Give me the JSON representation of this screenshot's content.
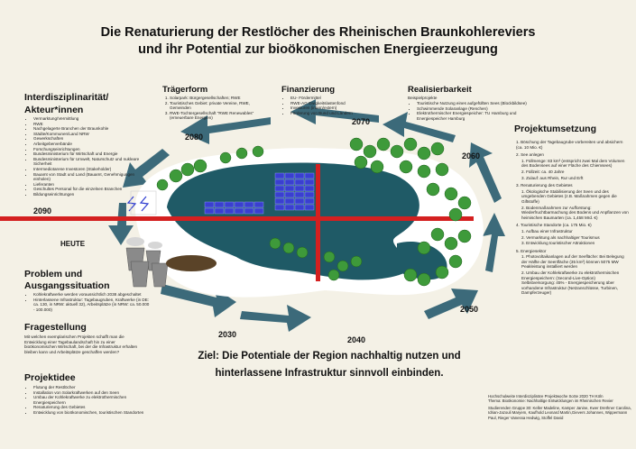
{
  "title_line1": "Die Renaturierung der Restlöcher des Rheinischen Braunkohlereviers",
  "title_line2": "und ihr Potential zur bioökonomischen Energieerzeugung",
  "interdisciplinary": {
    "heading_l1": "Interdisziplinarität/",
    "heading_l2": "Akteur*innen",
    "items": [
      "Vermarktung/Vermittlung",
      "RWE",
      "Nachgelagerte Branchen der Braunkohle",
      "Städte/Kommunen/Land NRW",
      "Gewerkschaften",
      "Arbeitgeberverbände",
      "Forschungseinrichtungen",
      "Bundesministerium für Wirtschaft und Energie",
      "Bundesministerium für Umwelt, Naturschutz und nukleare Sicherheit",
      "Intermediotarene Investoren (Stakeholder)",
      "Bauamt von Stadt und Land (Bauamt, Genehmigungen einholen)",
      "Lieferanten",
      "Geschultes Personal für die einzelnen Branchen",
      "Bildungseinrichtungen"
    ]
  },
  "traegerform": {
    "heading": "Trägerform",
    "items": [
      "Solarpark: Bürgergesellschaften; RWE",
      "Touristisches Gebiet: private Vereine, RWE, Gemeinden",
      "RWE-Tochtergesellschaft \"RWE Renewables\" (erneuerbare Energien)"
    ]
  },
  "finanzierung": {
    "heading": "Finanzierung",
    "items": [
      "EU- Fördermittel",
      "RWE-AG Ewigkeitslastenfond",
      "Investoren (intern/extern)",
      "Förderung von Bund und Ländern"
    ]
  },
  "realisierbarkeit": {
    "heading": "Realisierbarkeit",
    "intro": "Beispielprojekte",
    "items": [
      "Touristische Nutzung eines aufgefüllten Sees (Blockbildsee)",
      "Schwimmende Solaranlage (Renchen)",
      "Elektrothermischer Energiespeicher: TU Hamburg und Energiespeicher Hamburg"
    ]
  },
  "projektumsetzung": {
    "heading": "Projektumsetzung",
    "items": [
      "1. Böschung der Tagebaugrube vorbereiten und absichern (ca. 10 Mio. €)",
      "2. See anlegen",
      "   1. Füllmenge: 83 km³ (entspricht zwei Mal dem Volumen des Bodensees auf einer Fläche des Chiemsees)",
      "   2. Füllzeit: ca. 40 Jahre",
      "   3. Zulauf: aus Rhein, Rur und Erft",
      "3. Renaturierung des Gebietes",
      "   1. Ökologische Stabilisierung der Seen und des umgebenden Gebietes (z.B. Maßnahmen gegen die Giftstoffe)",
      "   2. Bodenmaßnahmen zur Aufforstung: Wiederfruchtbarmachung des Bodens und Anpflanzen von heimischen Baumarten (ca. 1,458 Mrd. €)",
      "4. Touristische Standorte (ca. 175 Mio. €)",
      "   1. Aufbau einer Infrastruktur",
      "   2. Vermarktung als nachhaltiger Tourismus",
      "   3. Entwicklung touristischer Attraktionen",
      "5. Energiesektor",
      "   1. Photovoltaikanlagen auf der Seefläche: Bei Belegung der Hälfte der Seenfläche (35 km²) können 5075 MW Peakleistung installiert werden",
      "   2. Umbau der Kohlekraftwerke zu elektrothermischen Energiespeichern: (Second-Live-Option) Selbstversorgung: 45% - Energiespeicherung über vorhandene Infrastruktur (Netzanschlüsse, Turbinen, Dampferzeuger)"
    ]
  },
  "heute": "HEUTE",
  "problem": {
    "heading_l1": "Problem und",
    "heading_l2": "Ausgangssituation",
    "items": [
      "Kohlekraftwerke werden voraussichtlich 2038 abgeschaltet",
      "Hinterlassene Infrastruktur: Tagebaugruben, Kraftwerke (in DE: ca. 130, in NRW: aktuell 32), Arbeitsplätze (in NRW: ca. 50.000 - 100.000)"
    ]
  },
  "fragestellung": {
    "heading": "Fragestellung",
    "text": "Mit welchen exemplarischen Projekten schafft man die Entwicklung einer Tagebaulandschaft hin zu einer bioökonomischen Wirtschaft, bei der die Infrastruktur erhalten bleiben kann und Arbeitsplätze geschaffen werden?"
  },
  "projektidee": {
    "heading": "Projektidee",
    "items": [
      "Flutung der Restlöcher",
      "Installation von Solarkraftwerken auf den Seen",
      "Umbau der Kohlekraftwerke zu elektrothermischen Energiespeichern",
      "Renaturierung des Gebietes",
      "Entwicklung von bioökonomischen, touristischen Standorten"
    ]
  },
  "years": {
    "y2030": "2030",
    "y2040": "2040",
    "y2050": "2050",
    "y2060": "2060",
    "y2070": "2070",
    "y2080": "2080",
    "y2090": "2090"
  },
  "goal_line1": "Ziel: Die Potentiale der Region nachhaltig nutzen und",
  "goal_line2": "hinterlassene Infrastruktur sinnvoll einbinden.",
  "footer": {
    "line1": "Hochschulweite Interdisziplinäre Projektwoche SoSe 2020 TH Köln",
    "line2": "Thema: Bioökonomie: Nachhaltige Entwicklungen im Rheinischen Revier",
    "line3": "Studierenden Gruppe 30: Keller Madeline, Kamper Janine, Kwer Drethner Carolina, Idrian-Jazouli Maryem, Kaufhold Leonard Martin,Gievers Johannes, Wippermann Paul, Rieger Vanessa Hedwig, Stoffel David"
  },
  "colors": {
    "background": "#f4f1e6",
    "lake": "#1f5a66",
    "land": "#ffffff",
    "arrow": "#3c6a7a",
    "road": "#d42020",
    "tree": "#3e9a3a",
    "panel": "#3a3fd0"
  }
}
